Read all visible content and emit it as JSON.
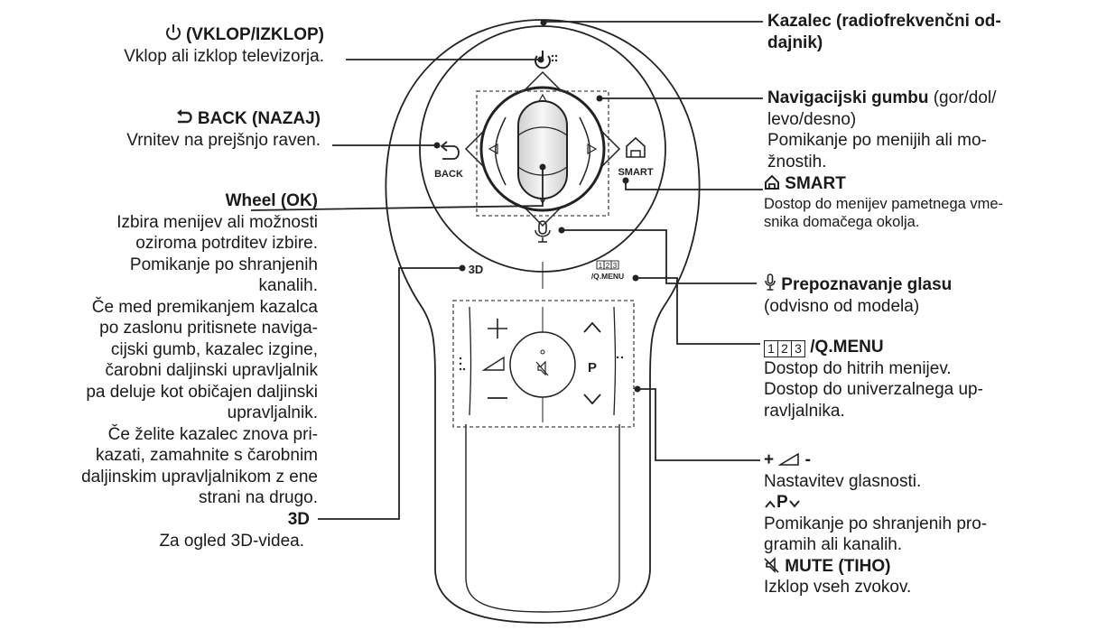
{
  "power": {
    "title": "(VKLOP/IZKLOP)",
    "desc": "Vklop ali izklop televizorja."
  },
  "back": {
    "title": "BACK (NAZAJ)",
    "desc": "Vrnitev na prejšnjo raven."
  },
  "wheel": {
    "title": "Wheel (OK)",
    "lines": [
      "Izbira menijev ali možnosti",
      "oziroma potrditev izbire.",
      "Pomikanje po shranjenih",
      "kanalih.",
      "Če med premikanjem kazalca",
      "po zaslonu pritisnete naviga-",
      "cijski gumb, kazalec izgine,",
      "čarobni daljinski upravljalnik",
      "pa deluje kot običajen daljinski",
      "upravljalnik.",
      "Če želite kazalec znova pri-",
      "kazati, zamahnite s čarobnim",
      "daljinskim upravljalnikom z ene",
      "strani na drugo."
    ]
  },
  "three_d": {
    "title": "3D",
    "desc": "Za ogled 3D-videa."
  },
  "pointer": {
    "title_lines": [
      "Kazalec (radiofrekvenčni od-",
      "dajnik)"
    ]
  },
  "navigation": {
    "title": "Navigacijski gumbu",
    "title_suffix": " (gor/dol/",
    "lines": [
      "levo/desno)",
      "Pomikanje po menijih ali mo-",
      "žnostih."
    ]
  },
  "smart": {
    "title": "SMART",
    "lines": [
      "Dostop do menijev pametnega vme-",
      "snika domačega okolja."
    ]
  },
  "voice": {
    "title": "Prepoznavanje glasu",
    "desc": "(odvisno od modela)"
  },
  "qmenu": {
    "digits": [
      "1",
      "2",
      "3"
    ],
    "title": "/Q.MENU",
    "lines": [
      "Dostop do hitrih menijev.",
      "Dostop do univerzalnega up-",
      "ravljalnika."
    ]
  },
  "volume": {
    "plus": "+",
    "minus": "-",
    "desc": "Nastavitev glasnosti."
  },
  "program": {
    "letter": "P",
    "desc_lines": [
      "Pomikanje po shranjenih pro-",
      "gramih ali kanalih."
    ]
  },
  "mute": {
    "title": "MUTE (TIHO)",
    "desc": "Izklop vseh zvokov."
  },
  "remote": {
    "back_label": "BACK",
    "smart_label": "SMART",
    "three_d_label": "3D",
    "qmenu_label": "/Q.MENU",
    "qmenu_digits": [
      "1",
      "2",
      "3"
    ],
    "p_label": "P"
  }
}
